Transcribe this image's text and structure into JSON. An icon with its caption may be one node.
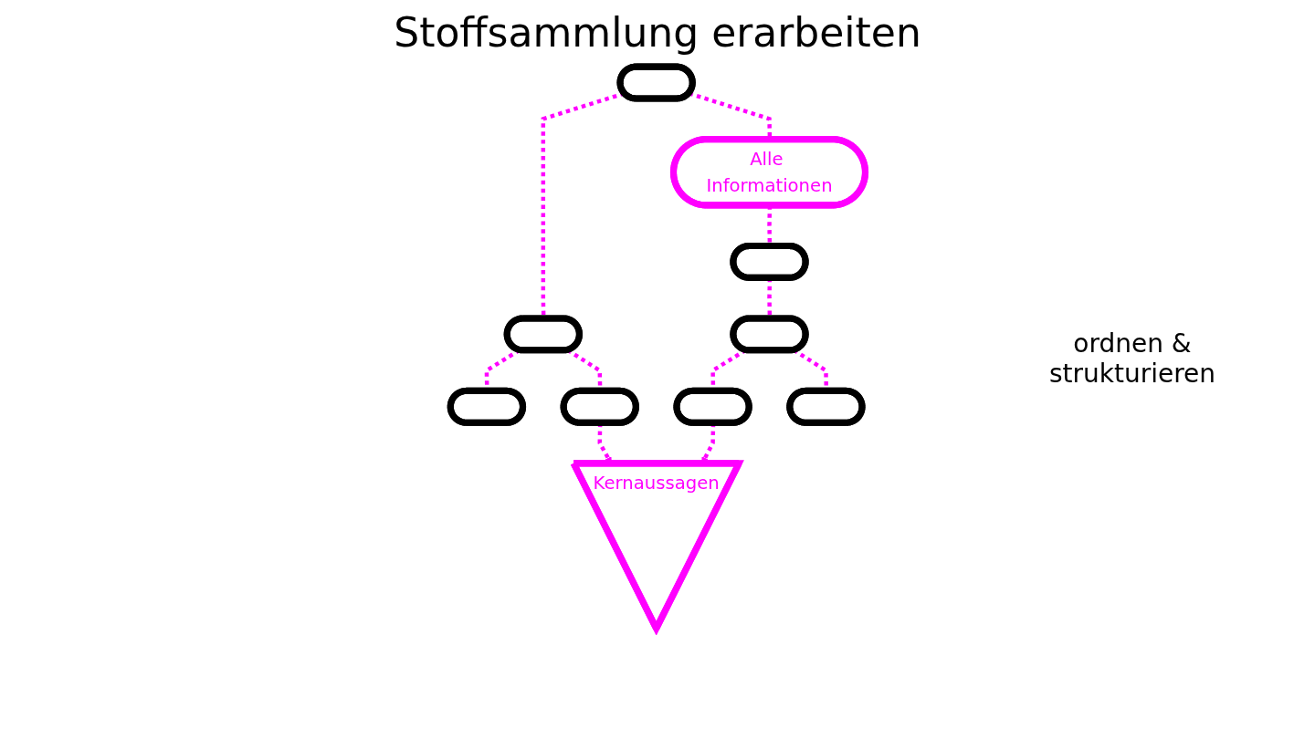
{
  "diagram": {
    "title": "Stoffsammlung erarbeiten",
    "nodes": [
      {
        "text": [],
        "shape": "box"
      },
      {
        "text": [
          "Alle Informationen"
        ]
      },
      {
        "text": [],
        "shape": "box"
      },
      {
        "text": [],
        "shape": "box"
      },
      {
        "text": [],
        "shape": "box"
      },
      {
        "text": [],
        "shape": "box"
      },
      {
        "text": [],
        "shape": "box"
      },
      {
        "text": [],
        "shape": "box"
      },
      {
        "text": [],
        "shape": "box"
      },
      {
        "text": [
          "Kernaussagen"
        ]
      }
    ],
    "edges": [
      {
        "from": 0,
        "to": 1,
        "arrow": "none",
        "style": "dashed"
      },
      {
        "from": 1,
        "to": 2,
        "arrow": "none",
        "style": "dashed"
      },
      {
        "from": 0,
        "to": 3,
        "arrow": "none",
        "style": "dashed"
      },
      {
        "from": 2,
        "to": 4,
        "arrow": "none",
        "style": "dashed"
      },
      {
        "from": 3,
        "to": 5,
        "arrow": "none",
        "style": "dashed"
      },
      {
        "from": 3,
        "to": 6,
        "arrow": "none",
        "style": "dashed"
      },
      {
        "from": 4,
        "to": 7,
        "arrow": "none",
        "style": "dashed"
      },
      {
        "from": 4,
        "to": 8,
        "arrow": "none",
        "style": "dashed"
      },
      {
        "from": 6,
        "to": 9,
        "arrow": "to",
        "style": "dashed"
      },
      {
        "from": 7,
        "to": 9,
        "arrow": "to",
        "style": "dashed"
      }
    ],
    "labels": [
      "ordnen & strukturieren"
    ]
  }
}
